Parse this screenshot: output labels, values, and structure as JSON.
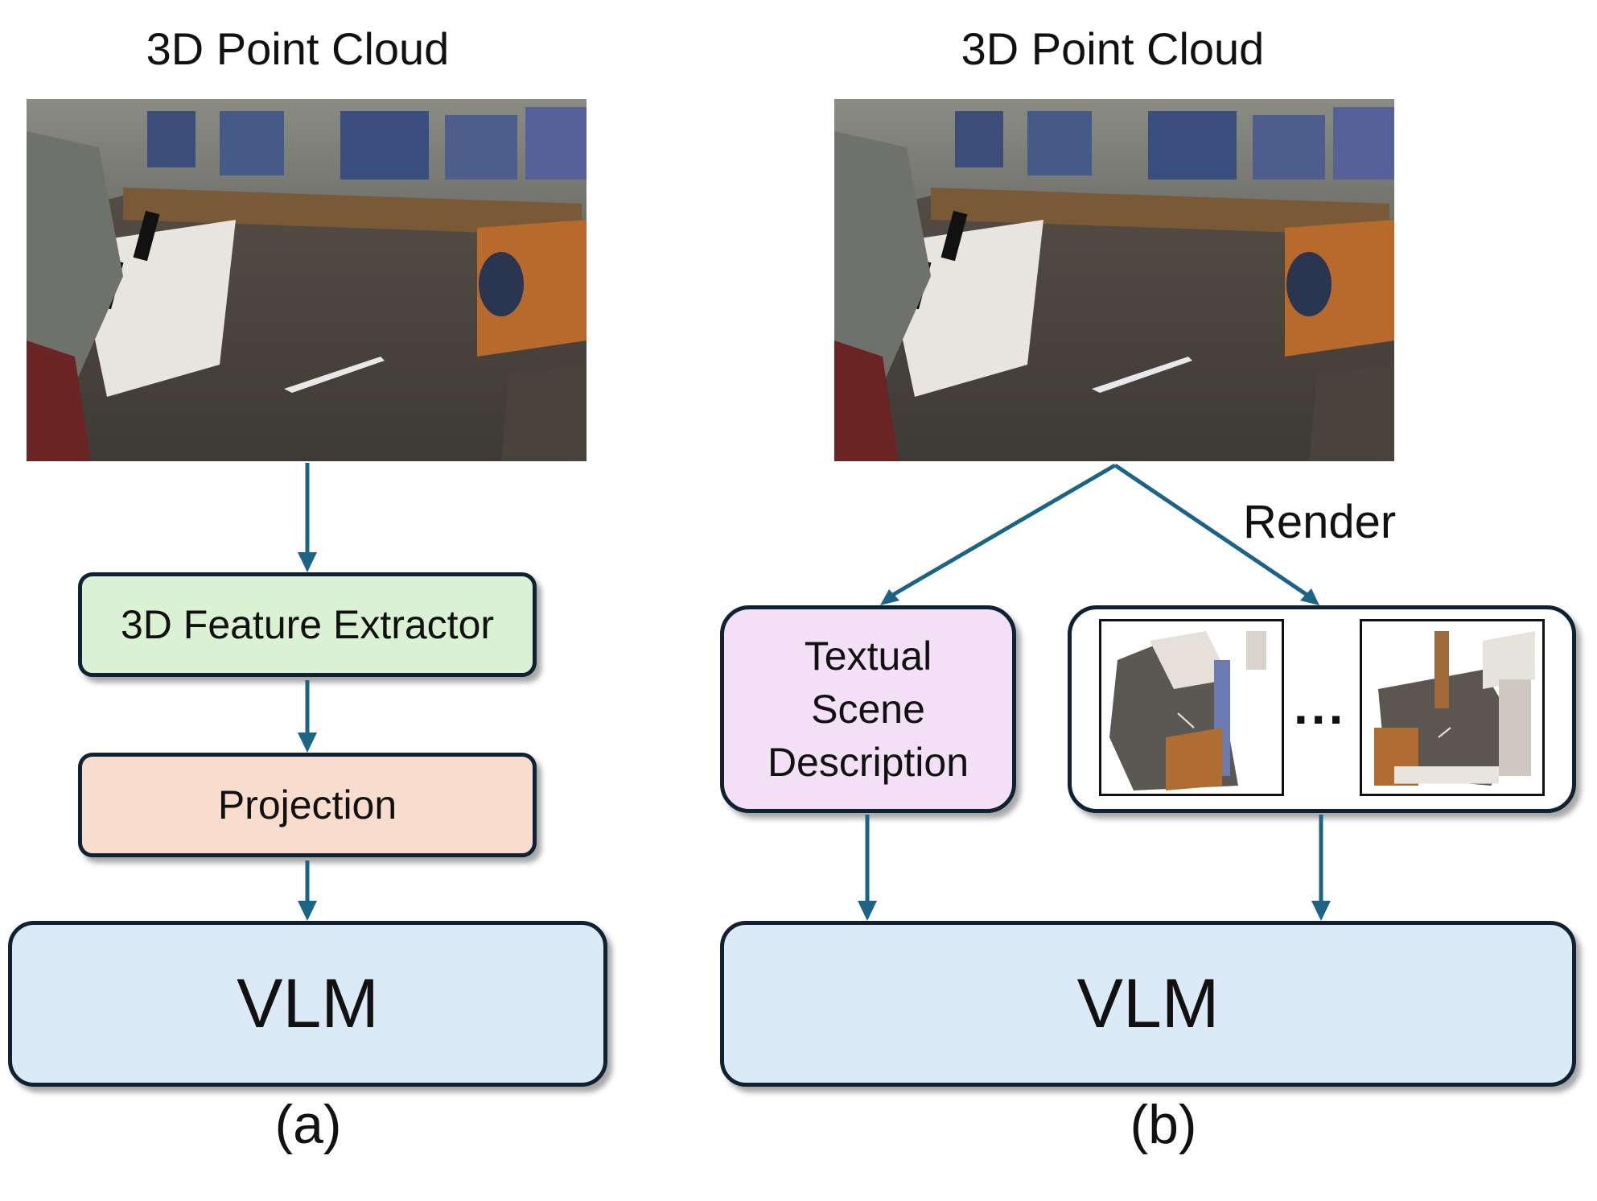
{
  "panel_a": {
    "title": "3D Point Cloud",
    "feature_extractor": "3D Feature Extractor",
    "projection": "Projection",
    "vlm": "VLM",
    "caption": "(a)"
  },
  "panel_b": {
    "title": "3D Point Cloud",
    "render_label": "Render",
    "text_box": [
      "Textual",
      "Scene",
      "Description"
    ],
    "ellipsis": "...",
    "vlm": "VLM",
    "caption": "(b)"
  },
  "colors": {
    "arrow": "#1c6485",
    "border": "#0f2233",
    "feature_extractor_fill": "#daf2d3",
    "projection_fill": "#f8dccd",
    "vlm_fill": "#dce9f6",
    "text_box_fill": "#f3e0f6"
  }
}
